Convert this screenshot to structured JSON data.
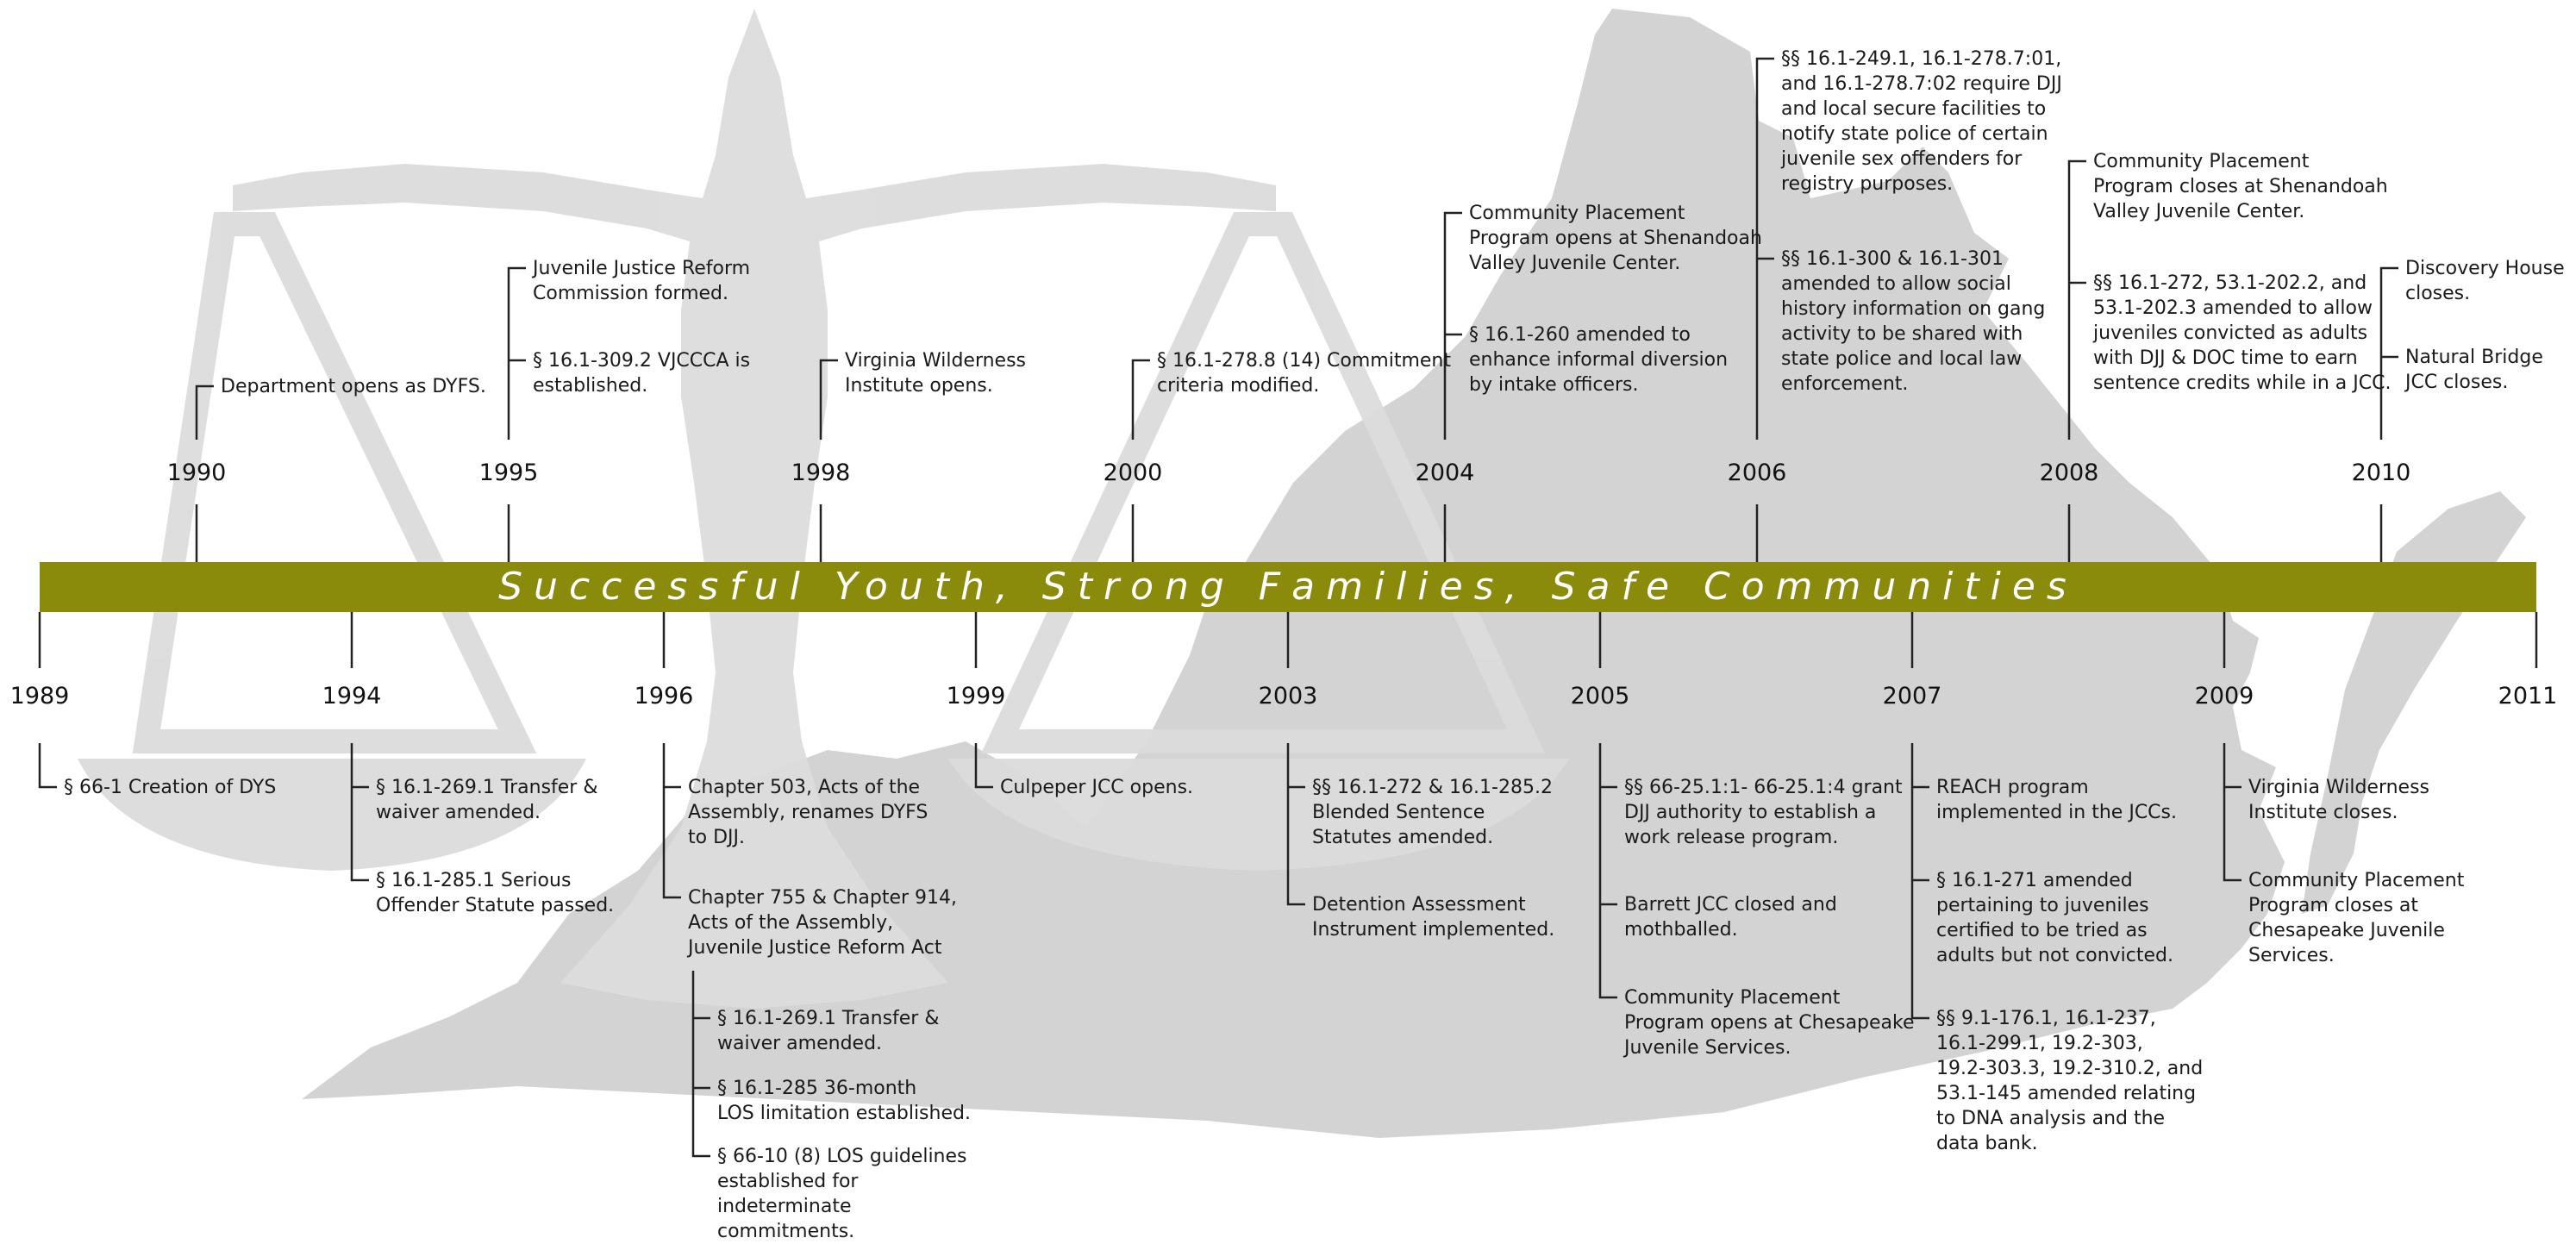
{
  "banner": {
    "text": "Successful Youth, Strong Families, Safe Communities",
    "color": "#8a8a0b"
  },
  "years": {
    "y1989": "1989",
    "y1990": "1990",
    "y1994": "1994",
    "y1995": "1995",
    "y1996": "1996",
    "y1998": "1998",
    "y1999": "1999",
    "y2000": "2000",
    "y2003": "2003",
    "y2004": "2004",
    "y2005": "2005",
    "y2006": "2006",
    "y2007": "2007",
    "y2008": "2008",
    "y2009": "2009",
    "y2010": "2010",
    "y2011": "2011"
  },
  "events": {
    "e1989": [
      "§ 66-1 Creation of DYS"
    ],
    "e1990": [
      "Department opens as DYFS."
    ],
    "e1994a": [
      "§ 16.1-269.1 Transfer &",
      "waiver amended."
    ],
    "e1994b": [
      "§ 16.1-285.1 Serious",
      "Offender Statute passed."
    ],
    "e1995a": [
      "Juvenile Justice Reform",
      "Commission formed."
    ],
    "e1995b": [
      "§ 16.1-309.2 VJCCCA is",
      "established."
    ],
    "e1996a": [
      "Chapter 503, Acts of the",
      "Assembly, renames DYFS",
      "to DJJ."
    ],
    "e1996b": [
      "Chapter 755 & Chapter 914,",
      "Acts of the Assembly,",
      "Juvenile Justice Reform Act"
    ],
    "e1996c": [
      "§ 16.1-269.1 Transfer &",
      "waiver amended."
    ],
    "e1996d": [
      "§ 16.1-285 36-month",
      "LOS limitation established."
    ],
    "e1996e": [
      "§ 66-10 (8) LOS guidelines",
      "established for",
      "indeterminate",
      "commitments."
    ],
    "e1998": [
      "Virginia Wilderness",
      "Institute opens."
    ],
    "e1999": [
      "Culpeper JCC opens."
    ],
    "e2000": [
      "§ 16.1-278.8 (14) Commitment",
      "criteria modified."
    ],
    "e2003a": [
      "§§ 16.1-272 & 16.1-285.2",
      "Blended Sentence",
      "Statutes amended."
    ],
    "e2003b": [
      "Detention Assessment",
      "Instrument implemented."
    ],
    "e2004a": [
      "Community Placement",
      "Program opens at Shenandoah",
      "Valley Juvenile Center."
    ],
    "e2004b": [
      "§ 16.1-260 amended to",
      "enhance informal diversion",
      "by intake officers."
    ],
    "e2005a": [
      "§§ 66-25.1:1- 66-25.1:4 grant",
      "DJJ authority to establish a",
      "work release program."
    ],
    "e2005b": [
      "Barrett JCC closed and",
      "mothballed."
    ],
    "e2005c": [
      "Community Placement",
      "Program opens at Chesapeake",
      "Juvenile Services."
    ],
    "e2006a": [
      "§§ 16.1-249.1, 16.1-278.7:01,",
      "and 16.1-278.7:02 require DJJ",
      "and local secure facilities to",
      "notify state police of certain",
      "juvenile sex offenders for",
      "registry purposes."
    ],
    "e2006b": [
      "§§ 16.1-300 &  16.1-301",
      "amended to allow social",
      "history information on gang",
      "activity to be shared with",
      "state police and local law",
      "enforcement."
    ],
    "e2007a": [
      "REACH program",
      "implemented in the JCCs."
    ],
    "e2007b": [
      "§ 16.1-271 amended",
      "pertaining  to juveniles",
      "certified to be tried as",
      "adults but not convicted."
    ],
    "e2007c": [
      "§§ 9.1-176.1, 16.1-237,",
      "16.1-299.1, 19.2-303,",
      "19.2-303.3, 19.2-310.2, and",
      "53.1-145 amended relating",
      "to DNA analysis and the",
      "data bank."
    ],
    "e2008a": [
      "Community Placement",
      "Program closes at Shenandoah",
      "Valley Juvenile Center."
    ],
    "e2008b": [
      "§§ 16.1-272,  53.1-202.2, and",
      "53.1-202.3 amended to allow",
      "juveniles convicted as adults",
      "with DJJ & DOC time to earn",
      "sentence credits while in a JCC."
    ],
    "e2009a": [
      "Virginia Wilderness",
      "Institute closes."
    ],
    "e2009b": [
      "Community Placement",
      "Program closes at",
      "Chesapeake Juvenile",
      "Services."
    ],
    "e2010a": [
      "Discovery House",
      "closes."
    ],
    "e2010b": [
      "Natural Bridge",
      "JCC closes."
    ]
  }
}
